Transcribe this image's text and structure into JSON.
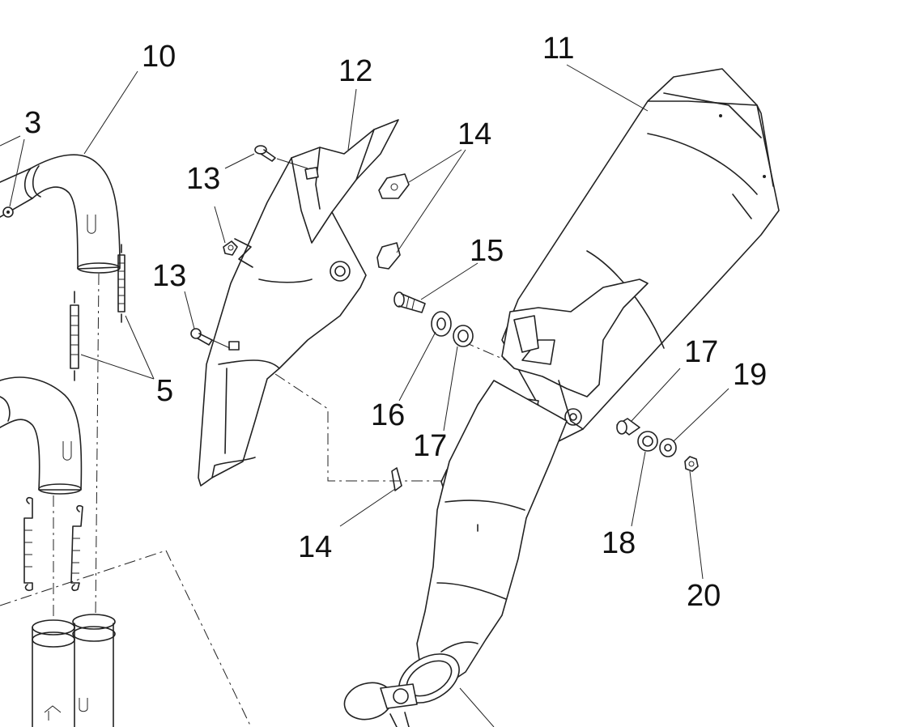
{
  "callouts": [
    {
      "id": "c10",
      "label": "10"
    },
    {
      "id": "c3",
      "label": "3"
    },
    {
      "id": "c12",
      "label": "12"
    },
    {
      "id": "c11",
      "label": "11"
    },
    {
      "id": "c14a",
      "label": "14"
    },
    {
      "id": "c13a",
      "label": "13"
    },
    {
      "id": "c13b",
      "label": "13"
    },
    {
      "id": "c15",
      "label": "15"
    },
    {
      "id": "c5",
      "label": "5"
    },
    {
      "id": "c16",
      "label": "16"
    },
    {
      "id": "c17a",
      "label": "17"
    },
    {
      "id": "c17b",
      "label": "17"
    },
    {
      "id": "c19",
      "label": "19"
    },
    {
      "id": "c14b",
      "label": "14"
    },
    {
      "id": "c18",
      "label": "18"
    },
    {
      "id": "c20",
      "label": "20"
    }
  ]
}
